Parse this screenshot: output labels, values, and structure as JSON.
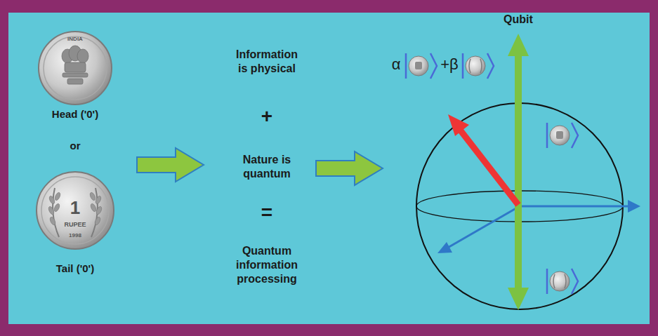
{
  "diagram": {
    "labels": [
      "INDIA",
      "Head ('0')",
      "or",
      "1",
      "RUPEE",
      "1998",
      "Tail ('0')",
      "Information is physical",
      "+",
      "Nature is quantum",
      "=",
      "Quantum information processing",
      "Qubit",
      "α",
      "+β"
    ]
  }
}
